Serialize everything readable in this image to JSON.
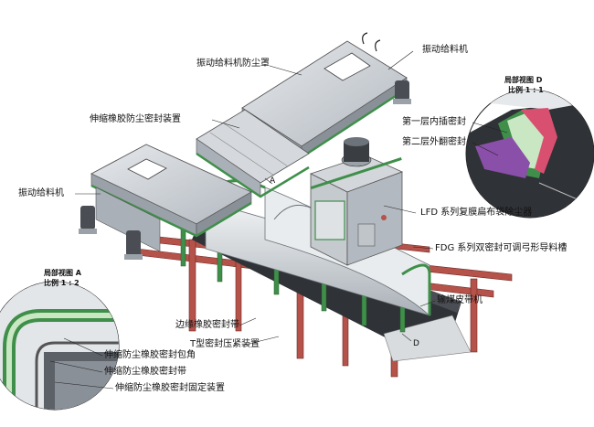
{
  "diagram": {
    "labels": {
      "vibrating_feeder_top": "振动给料机",
      "vibrating_feeder_dust_cover": "振动给料机防尘罩",
      "telescopic_rubber_seal_device": "伸缩橡胶防尘密封装置",
      "vibrating_feeder_left": "振动给料机",
      "lfd_dust_collector": "LFD 系列复膜扁布袋除尘器",
      "fdg_guide_chute": "FDG 系列双密封可调弓形导料槽",
      "coal_conveyor": "输煤皮带机",
      "edge_rubber_seal_strip": "边缘橡胶密封带",
      "t_seal_clamp_device": "T型密封压紧装置",
      "telescopic_rubber_seal_wrap_corner": "伸缩防尘橡胶密封包角",
      "telescopic_rubber_seal_strip": "伸缩防尘橡胶密封带",
      "telescopic_rubber_seal_fixing": "伸缩防尘橡胶密封固定装置",
      "first_layer_inner_seal": "第一层内插密封",
      "second_layer_outer_seal": "第二层外翻密封"
    },
    "detail_d": {
      "title": "局部视图 D",
      "scale": "比例 1 : 1"
    },
    "detail_a": {
      "title": "局部视图 A",
      "scale": "比例 1 : 2"
    },
    "view_marks": {
      "mark_a": "A",
      "mark_d": "D"
    },
    "colors": {
      "steel": "#c8ccd0",
      "steel_dark": "#8a9098",
      "green_frame": "#3f8f4a",
      "red_support": "#b5524a",
      "belt": "#2f3236",
      "purple_seal": "#8a4fa8"
    }
  }
}
